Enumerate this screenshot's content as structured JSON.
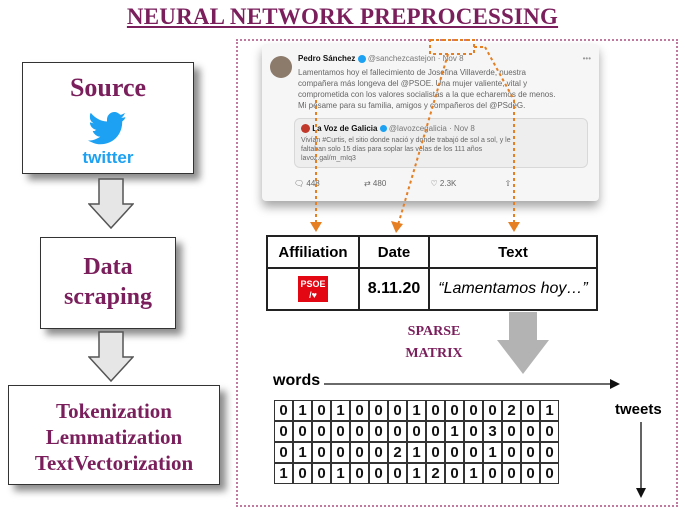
{
  "title": "NEURAL NETWORK PREPROCESSING",
  "pipeline": {
    "source_label": "Source",
    "twitter_wordmark": "twitter",
    "scraping_label_line1": "Data",
    "scraping_label_line2": "scraping",
    "processing_line1": "Tokenization",
    "processing_line2": "Lemmatization",
    "processing_line3": "TextVectorization"
  },
  "tweet": {
    "author_name": "Pedro Sánchez",
    "author_handle": "@sanchezcastejon · Nov 8",
    "body_line1": "Lamentamos hoy el fallecimiento de Josefina Villaverde, nuestra",
    "body_line2": "compañera más longeva del @PSOE. Una mujer valiente, vital y",
    "body_line3": "comprometida con los valores socialistas a la que echaremos de menos.",
    "body_line4": "Mi pésame para su familia, amigos y compañeros del @PSdeG.",
    "quote_name": "La Voz de Galicia",
    "quote_handle": "@lavozcegalicia · Nov 8",
    "quote_line1": "Vivían #Curtis, el sitio donde nació y donde trabajó de sol a sol, y le",
    "quote_line2": "faltaban solo 15 días para soplar las velas de los 111 años",
    "quote_line3": "lavoz.gal/m_mIq3",
    "replies": "448",
    "retweets": "480",
    "likes": "2.3K"
  },
  "table": {
    "headers": [
      "Affiliation",
      "Date",
      "Text"
    ],
    "logo_text": "PSOE",
    "date": "8.11.20",
    "text": "“Lamentamos hoy…”"
  },
  "sparse_line1": "SPARSE",
  "sparse_line2": "MATRIX",
  "words_label": "words",
  "tweets_label": "tweets",
  "matrix": [
    [
      "0",
      "1",
      "0",
      "1",
      "0",
      "0",
      "0",
      "1",
      "0",
      "0",
      "0",
      "0",
      "2",
      "0",
      "1"
    ],
    [
      "0",
      "0",
      "0",
      "0",
      "0",
      "0",
      "0",
      "0",
      "0",
      "1",
      "0",
      "3",
      "0",
      "0",
      "0"
    ],
    [
      "0",
      "1",
      "0",
      "0",
      "0",
      "0",
      "2",
      "1",
      "0",
      "0",
      "0",
      "1",
      "0",
      "0",
      "0"
    ],
    [
      "1",
      "0",
      "0",
      "1",
      "0",
      "0",
      "0",
      "1",
      "2",
      "0",
      "1",
      "0",
      "0",
      "0",
      "0"
    ]
  ],
  "colors": {
    "title": "#7a1f5c",
    "twitter_blue": "#1da1f2",
    "psoe_red": "#e30613",
    "dotted_arrow": "#e67e22"
  }
}
